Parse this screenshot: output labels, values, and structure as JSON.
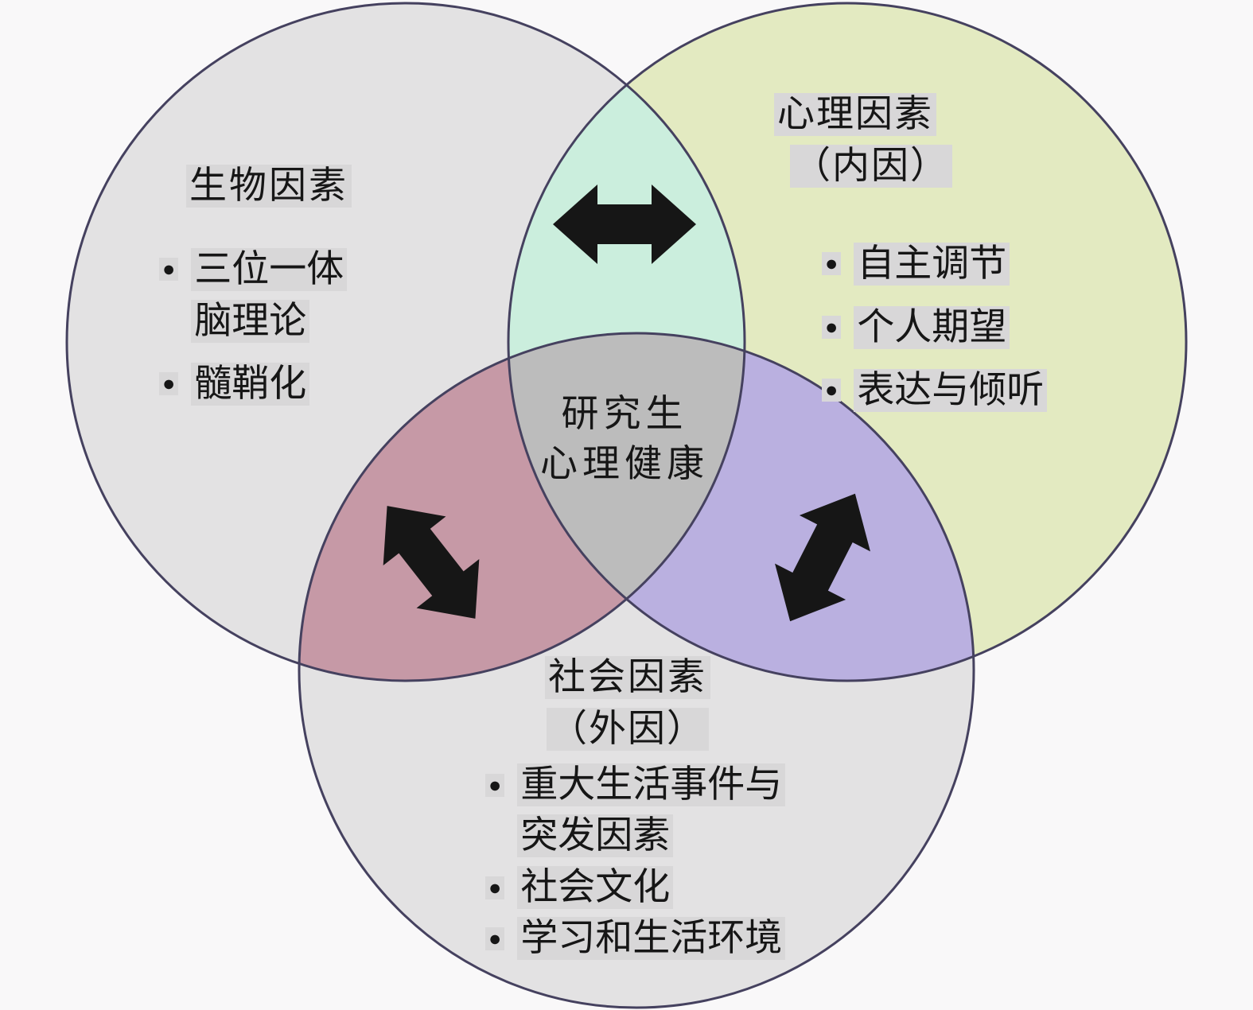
{
  "colors": {
    "background": "#f9f8f9",
    "circle_gray": "#e3e2e3",
    "circle_gray2": "#e3e2e3",
    "circle_yellow": "#e3eac1",
    "overlap_mint": "#cbeedd",
    "overlap_rose": "#c699a6",
    "overlap_lavender": "#bab0e0",
    "overlap_center": "#bcbcbc",
    "outline": "#45415f",
    "arrow": "#161616",
    "text": "#161616",
    "label_bg": "#d8d7d8"
  },
  "icons": {
    "bullet": "●",
    "arrow": "double-headed-arrow"
  },
  "venn": {
    "bio": {
      "title": "生物因素",
      "items": [
        {
          "lines": [
            "三位一体",
            "脑理论"
          ]
        },
        {
          "lines": [
            "髓鞘化"
          ]
        }
      ]
    },
    "psych": {
      "title": "心理因素",
      "subtitle": "（内因）",
      "items": [
        {
          "lines": [
            "自主调节"
          ]
        },
        {
          "lines": [
            "个人期望"
          ]
        },
        {
          "lines": [
            "表达与倾听"
          ]
        }
      ]
    },
    "social": {
      "title": "社会因素",
      "subtitle": "（外因）",
      "items": [
        {
          "lines": [
            "重大生活事件与",
            "突发因素"
          ]
        },
        {
          "lines": [
            "社会文化"
          ]
        },
        {
          "lines": [
            "学习和生活环境"
          ]
        }
      ]
    },
    "center": {
      "lines": [
        "研究生",
        "心理健康"
      ]
    }
  }
}
